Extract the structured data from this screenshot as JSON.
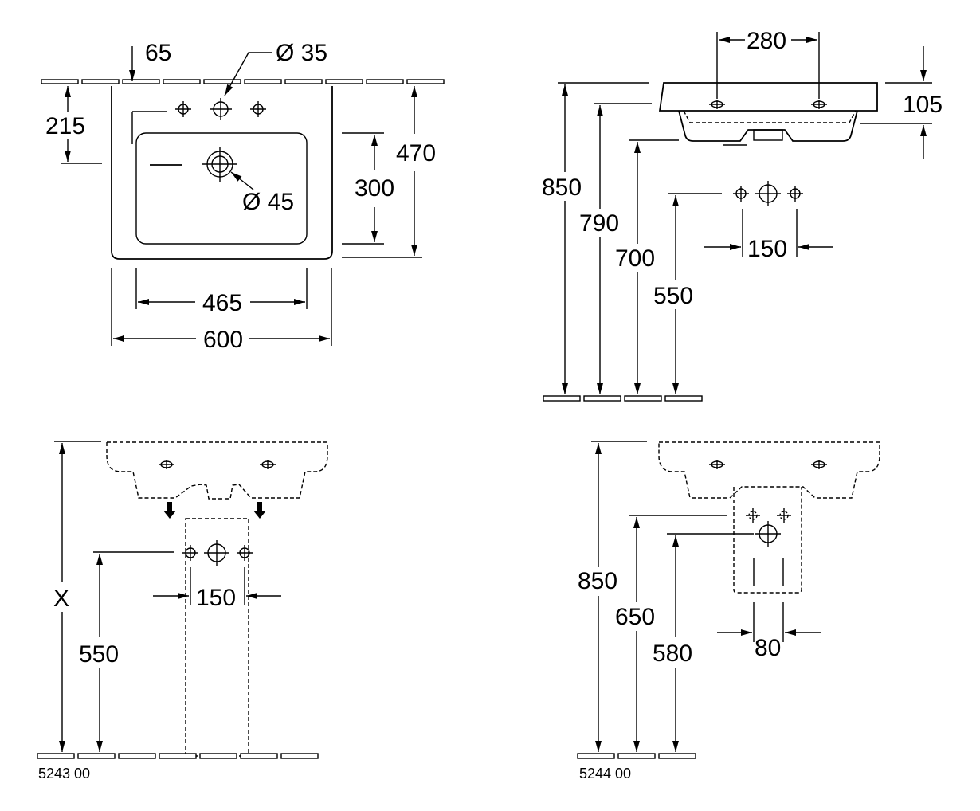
{
  "top_view": {
    "tap_offset": "65",
    "tap_hole": "Ø 35",
    "overflow_hole": "Ø 45",
    "depth_to_tap": "215",
    "bowl_depth": "300",
    "total_depth": "470",
    "bowl_width": "465",
    "total_width": "600"
  },
  "side_view": {
    "hole_spacing": "280",
    "rim_thickness": "105",
    "rim_height": "850",
    "underside_height": "790",
    "bowl_bottom_height": "700",
    "supply_height": "550",
    "supply_spacing": "150"
  },
  "pedestal_view": {
    "total_height": "X",
    "supply_height": "550",
    "supply_spacing": "150",
    "article_number": "5243 00"
  },
  "semi_pedestal_view": {
    "rim_height": "850",
    "upper_supply_height": "650",
    "drain_height": "580",
    "spacing": "80",
    "article_number": "5244 00"
  }
}
